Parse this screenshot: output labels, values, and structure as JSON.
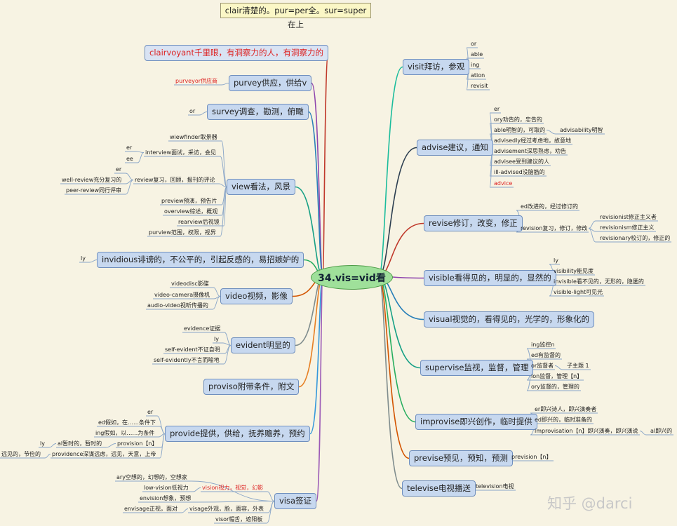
{
  "title": "clair清楚的。pur=per全。sur=super在上",
  "center": "34.vis=vid看",
  "watermark": "知乎 @darci",
  "colors": {
    "background": "#f7f3e3",
    "node_fill": "#c7d8ef",
    "node_border": "#6f8fbe",
    "center_fill": "#9fe09a",
    "highlight_text": "#d22222"
  },
  "nodes": {
    "clairvoyant": "clairvoyant千里眼，有洞察力的人，有洞察力的",
    "purvey": "purvey供应，供给v",
    "purveyor": "purveyor供应商",
    "survey": "survey调查，勘测，俯瞰",
    "survey_or": "or",
    "view": "view看法，风景",
    "view_subs": {
      "viewfinder": "wiewfinder取景器",
      "interview": "interview面试，采访，会见",
      "interview_er": "er",
      "interview_ee": "ee",
      "review": "review复习，回顾，报刊的评论",
      "review_er": "er",
      "well_review": "well-review充分复习的",
      "peer_review": "peer-review同行评审",
      "preview": "preview预演，预告片",
      "overview": "overview综述，概观",
      "rearview": "rearview后视镜",
      "purview": "purview范围，权限，视界"
    },
    "invidious": "invidious诽谤的，不公平的，引起反感的，易招嫉妒的",
    "invidious_ly": "ly",
    "video": "video视频，影像",
    "video_subs": [
      "videodisc影碟",
      "video-camera摄像机",
      "audio-video视听传播的"
    ],
    "evident": "evident明显的",
    "evident_subs": [
      "evidence证据",
      "ly",
      "self-evident不证自明",
      "self-evidently不言而喻地"
    ],
    "proviso": "proviso附带条件，附文",
    "provide": "provide提供，供给，抚养赡养，预约",
    "provide_subs": {
      "er": "er",
      "ed": "ed假如，在……条件下",
      "ing": "ing假如，以……为条件",
      "provision": "provision【n】",
      "al": "al暂时的，暂时的",
      "ly": "ly",
      "providence": "providence深谋远虑，远见，天意，上帝",
      "providence_child": "远见的，节俭的"
    },
    "visa": "visa签证",
    "visa_subs": {
      "ary": "ary空想的，幻想的，空想家",
      "low_vision": "low-vision低视力",
      "vision": "vision视力，视觉，幻影",
      "envision": "envision想象，预想",
      "envisage": "envisage正视，面对",
      "visage": "visage外观，脸，面容，外表",
      "visor": "visor帽舌，遮阳板"
    },
    "visit": "visit拜访，参观",
    "visit_subs": [
      "or",
      "able",
      "ing",
      "ation",
      "revisit"
    ],
    "advise": "advise建议，通知",
    "advise_subs": {
      "er": "er",
      "ory": "ory劝告的，忠告的",
      "able": "able明智的，可取的",
      "advisability": "advisability明智",
      "advisedly": "advisedly经过考虑地，故意地",
      "advisement": "advisement深思熟虑，劝告",
      "advisee": "advisee受到建议的人",
      "ill_advised": "ill-advised没脑筋的",
      "advice": "advice"
    },
    "revise": "revise修订，改变，修正",
    "revise_subs": {
      "ed": "ed改进的，经过修订的",
      "revision": "revision复习，修订，修改",
      "revisionist": "revisionist修正主义者",
      "revisionism": "revisionism修正主义",
      "revisionary": "revisionary校订的，修正的"
    },
    "visible": "visible看得见的，明显的，显然的",
    "visible_subs": [
      "ly",
      "visibility能见度",
      "invisible看不见的，无形的，隐匿的",
      "visible-light可见光"
    ],
    "visual": "visual视觉的，看得见的，光学的，形象化的",
    "supervise": "supervise监视，监督，管理",
    "supervise_subs": {
      "ing": "ing监控n",
      "ed": "ed有监督的",
      "or": "or监督者",
      "or_child": "子主题 1",
      "ion": "ion监督，管理【n】",
      "ory": "ory监督的，管理的"
    },
    "improvise": "improvise即兴创作，临时提供",
    "improvise_subs": {
      "er": "er即兴诗人，即兴演奏者",
      "ed": "ed即兴的，临时准备的",
      "improvisation": "improvisation【n】即兴演奏，即兴演说",
      "al": "al即兴的"
    },
    "previse": "previse预见，预知，预测",
    "prevision": "prevision【n】",
    "televise": "televise电视播送",
    "television": "television电视"
  }
}
